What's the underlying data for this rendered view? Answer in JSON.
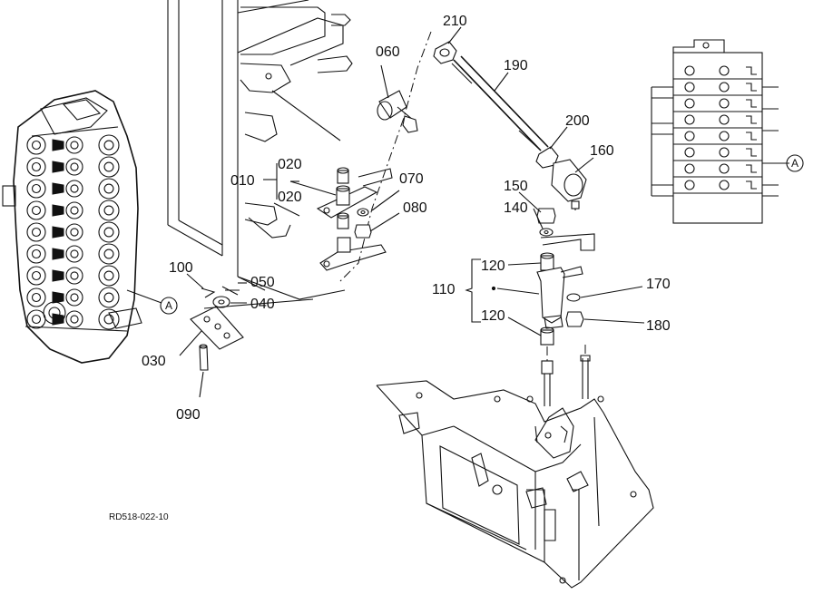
{
  "labels": {
    "p010": "010",
    "p020a": "020",
    "p020b": "020",
    "p030": "030",
    "p040": "040",
    "p050": "050",
    "p060": "060",
    "p070": "070",
    "p080": "080",
    "p090": "090",
    "p100": "100",
    "p110": "110",
    "p120a": "120",
    "p120b": "120",
    "p140": "140",
    "p150": "150",
    "p160": "160",
    "p170": "170",
    "p180": "180",
    "p190": "190",
    "p200": "200",
    "p210": "210"
  },
  "refs": {
    "left": "A",
    "right": "A"
  },
  "caption": "RD518-022-10"
}
